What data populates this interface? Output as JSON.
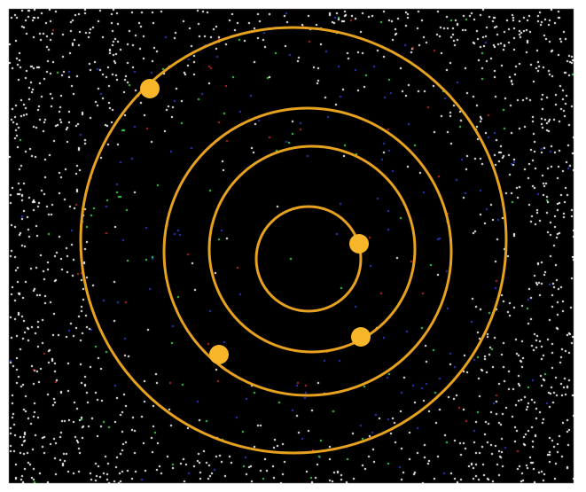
{
  "diagram": {
    "type": "orbital-diagram",
    "orbit_count": 4,
    "planet_count": 4,
    "colors": {
      "space": "#000000",
      "orbit": "#e6a21e",
      "planet": "#f7b52a",
      "star_dense": "#ffffff",
      "star_green": "#3fd94a",
      "star_red": "#c0262a",
      "star_blue": "#2a3cc8",
      "frame": "#ffffff"
    }
  }
}
